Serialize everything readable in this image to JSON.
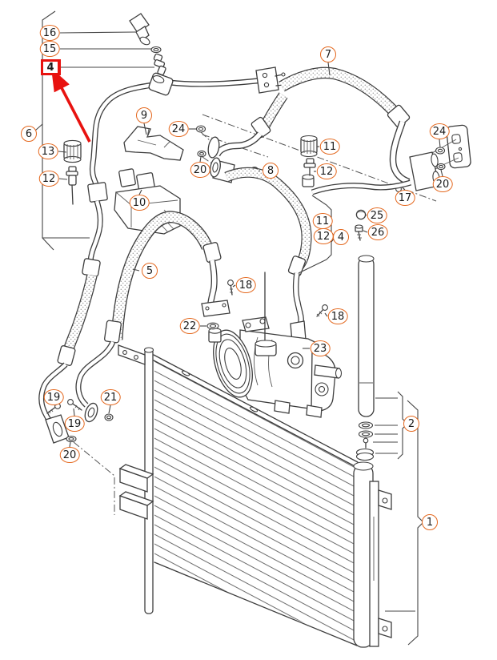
{
  "colors": {
    "callout_outline": "#e4671d",
    "highlight_red": "#e8120f",
    "line_art": "#3d3d3d",
    "background": "#ffffff"
  },
  "highlighted_callout_label": "4",
  "callouts": [
    {
      "label": "16"
    },
    {
      "label": "15"
    },
    {
      "label": "4",
      "highlighted": true
    },
    {
      "label": "6"
    },
    {
      "label": "13"
    },
    {
      "label": "12"
    },
    {
      "label": "9"
    },
    {
      "label": "24"
    },
    {
      "label": "20"
    },
    {
      "label": "8"
    },
    {
      "label": "7"
    },
    {
      "label": "11"
    },
    {
      "label": "12"
    },
    {
      "label": "24"
    },
    {
      "label": "20"
    },
    {
      "label": "17"
    },
    {
      "label": "25"
    },
    {
      "label": "26"
    },
    {
      "label": "11"
    },
    {
      "label": "12"
    },
    {
      "label": "4"
    },
    {
      "label": "10"
    },
    {
      "label": "5"
    },
    {
      "label": "18"
    },
    {
      "label": "22"
    },
    {
      "label": "23"
    },
    {
      "label": "18"
    },
    {
      "label": "19"
    },
    {
      "label": "19"
    },
    {
      "label": "21"
    },
    {
      "label": "20"
    },
    {
      "label": "2"
    },
    {
      "label": "1"
    }
  ]
}
